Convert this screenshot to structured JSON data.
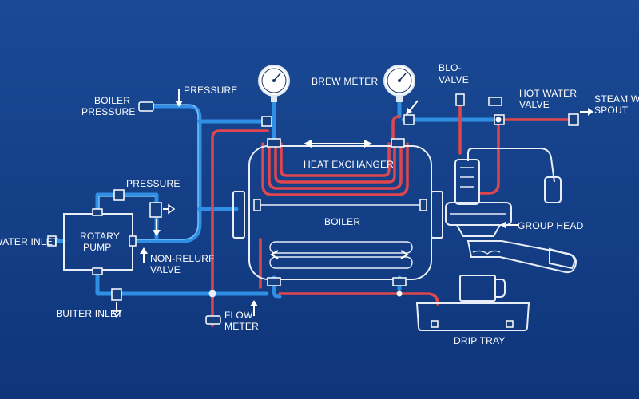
{
  "diagram": {
    "labels": {
      "boiler_pressure_1": "BOILER",
      "boiler_pressure_2": "PRESSURE",
      "pressure_top": "PRESSURE",
      "brew_meter": "BREW METER",
      "blo_valve_1": "BLO-",
      "blo_valve_2": "VALVE",
      "hot_water_valve_1": "HOT WATER",
      "hot_water_valve_2": "VALVE",
      "steam_wand_1": "STEAM WAND",
      "steam_wand_2": "SPOUT",
      "heat_exchanger": "HEAT EXCHANGER",
      "pressure_mid": "PRESSURE",
      "water_inlet": "WATER INLET",
      "rotary_pump_1": "ROTARY",
      "rotary_pump_2": "PUMP",
      "non_return_1": "NON-RELURF",
      "non_return_2": "VALVE",
      "boiler": "BOILER",
      "group_head": "GROUP HEAD",
      "buiter_inlet": "BUITER INLET",
      "flow_meter_1": "FLOW",
      "flow_meter_2": "METER",
      "drip_tray": "DRIP TRAY"
    },
    "colors": {
      "background": "#123f88",
      "cold_water_pipe": "#2e8fe4",
      "hot_water_pipe": "#e0464d",
      "outline": "#e8eef8",
      "text": "#ffffff"
    },
    "icons": [
      "pressure-gauge-icon",
      "flow-arrow-icon",
      "valve-icon",
      "cup-icon",
      "portafilter-icon"
    ]
  }
}
